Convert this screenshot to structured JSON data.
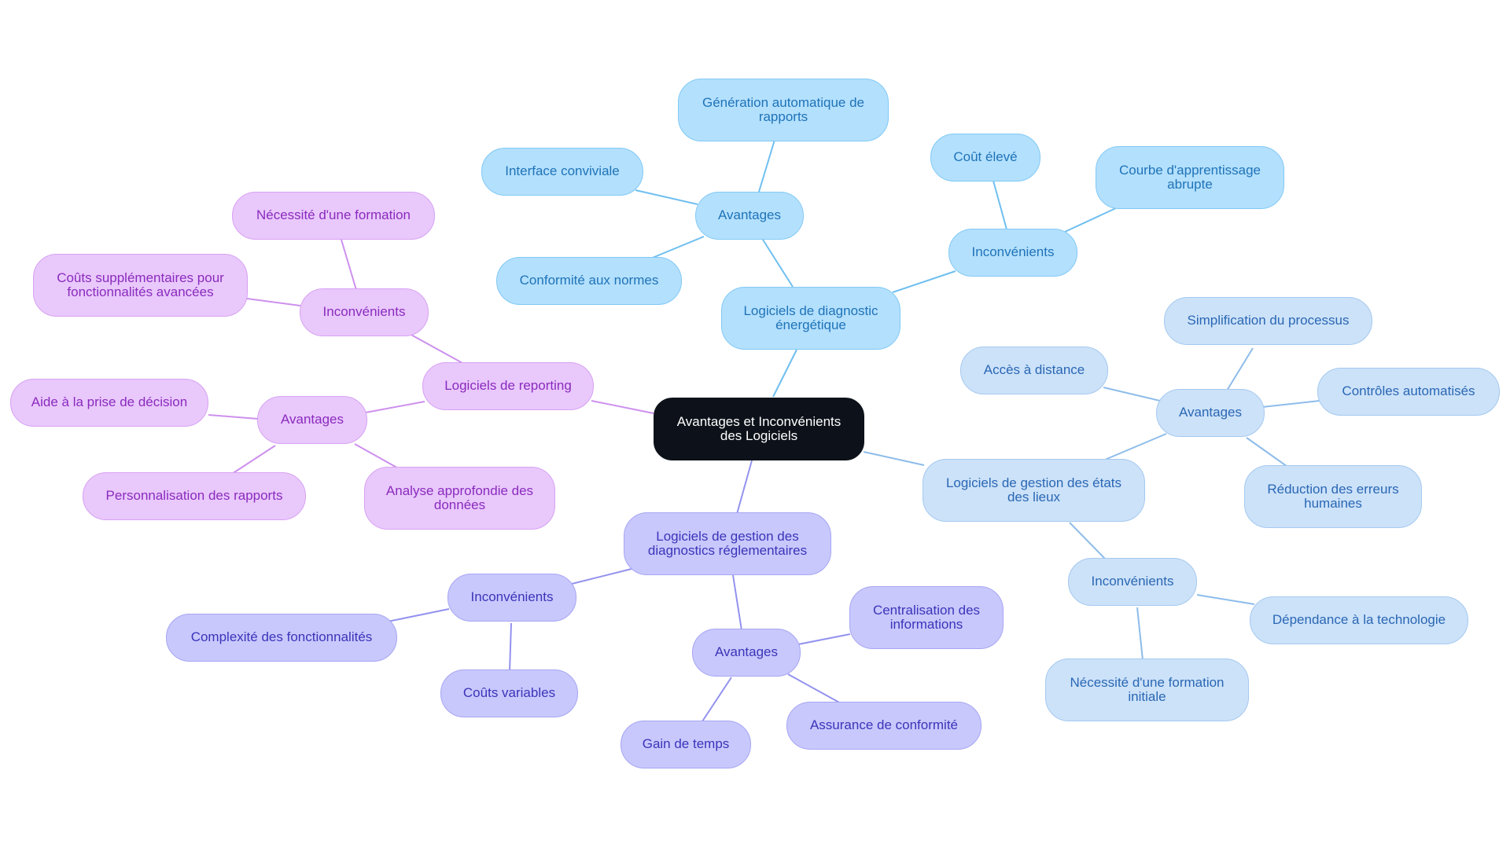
{
  "root": {
    "label": "Avantages et Inconvénients des Logiciels"
  },
  "branches": {
    "energy": {
      "label": "Logiciels de diagnostic énergétique",
      "advantages": {
        "label": "Avantages",
        "items": [
          "Génération automatique de rapports",
          "Interface conviviale",
          "Conformité aux normes"
        ]
      },
      "drawbacks": {
        "label": "Inconvénients",
        "items": [
          "Coût élevé",
          "Courbe d'apprentissage abrupte"
        ]
      }
    },
    "states": {
      "label": "Logiciels de gestion des états des lieux",
      "advantages": {
        "label": "Avantages",
        "items": [
          "Simplification du processus",
          "Accès à distance",
          "Contrôles automatisés",
          "Réduction des erreurs humaines"
        ]
      },
      "drawbacks": {
        "label": "Inconvénients",
        "items": [
          "Dépendance à la technologie",
          "Nécessité d'une formation initiale"
        ]
      }
    },
    "regulatory": {
      "label": "Logiciels de gestion des diagnostics réglementaires",
      "advantages": {
        "label": "Avantages",
        "items": [
          "Centralisation des informations",
          "Assurance de conformité",
          "Gain de temps"
        ]
      },
      "drawbacks": {
        "label": "Inconvénients",
        "items": [
          "Complexité des fonctionnalités",
          "Coûts variables"
        ]
      }
    },
    "reporting": {
      "label": "Logiciels de reporting",
      "advantages": {
        "label": "Avantages",
        "items": [
          "Aide à la prise de décision",
          "Personnalisation des rapports",
          "Analyse approfondie des données"
        ]
      },
      "drawbacks": {
        "label": "Inconvénients",
        "items": [
          "Nécessité d'une formation",
          "Coûts supplémentaires pour fonctionnalités avancées"
        ]
      }
    }
  },
  "colors": {
    "root_bg": "#0d121a",
    "energy_fill": "#b3e0fd",
    "energy_line": "#6fbff0",
    "states_fill": "#cce2f9",
    "states_line": "#8dbcea",
    "regulatory_fill": "#c8c8fd",
    "regulatory_line": "#9392ef",
    "reporting_fill": "#e9c8fc",
    "reporting_line": "#cd90ee"
  }
}
